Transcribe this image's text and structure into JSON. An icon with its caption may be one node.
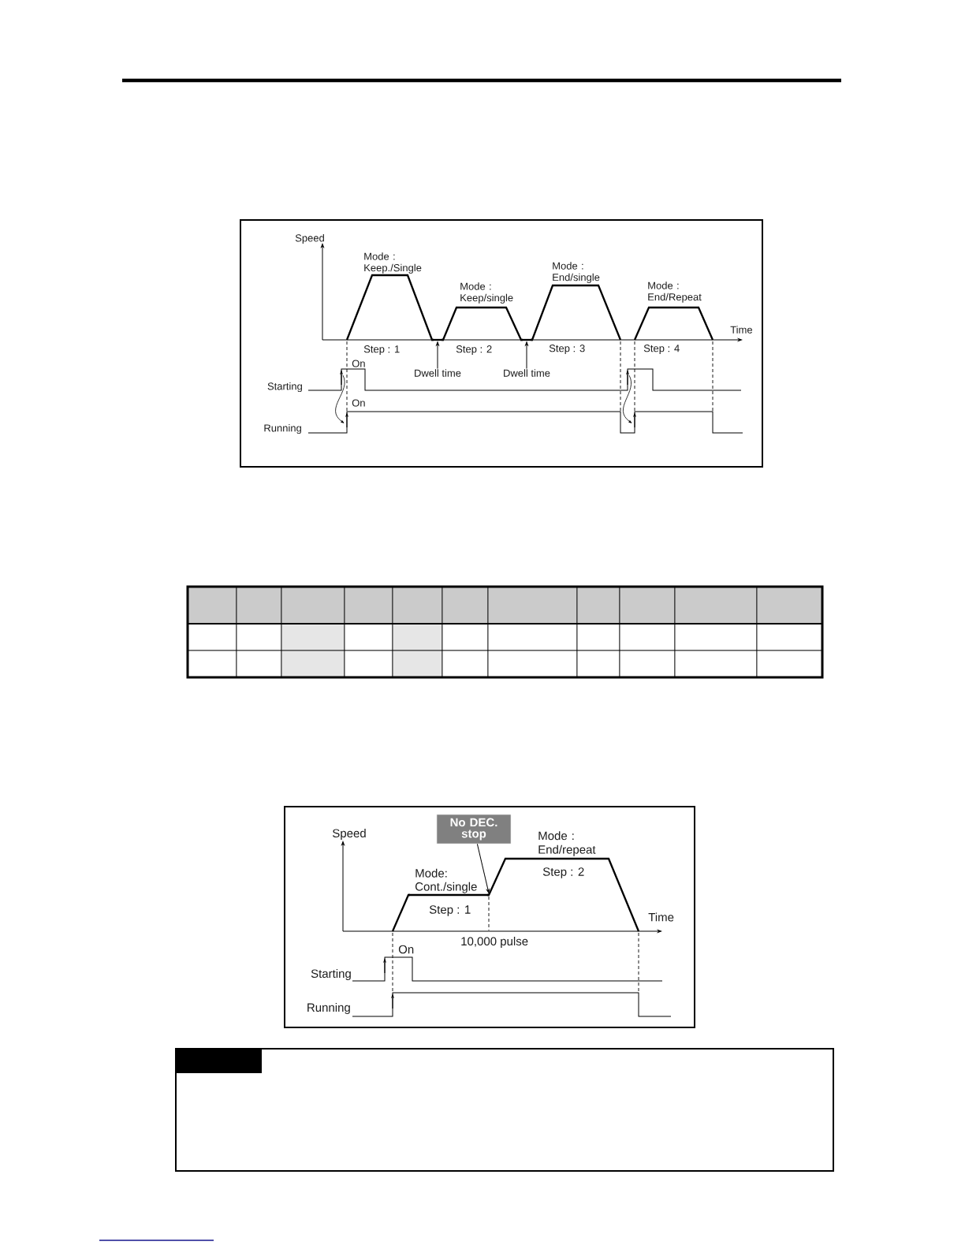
{
  "diagram": {
    "nodes": [
      {
        "text": [],
        "shape": "bar"
      },
      {
        "text": [],
        "shape": "bar"
      },
      {
        "text": [
          "Dwell time"
        ]
      },
      {
        "text": [
          "Dwell time"
        ]
      },
      {
        "text": [
          "No DEC. stop"
        ]
      },
      {
        "text": [],
        "shape": "bar"
      }
    ],
    "edges": [
      {
        "from": 2,
        "to": 0,
        "arrow": "to"
      },
      {
        "from": 3,
        "to": 1,
        "arrow": "to"
      },
      {
        "from": 4,
        "to": 5,
        "arrow": "to"
      }
    ],
    "labels": [
      "Speed",
      "Mode : Keep./Single",
      "Mode : Keep/single",
      "Mode : End/single",
      "Mode : End/Repeat",
      "Time",
      "Step : 1",
      "Step : 2",
      "Step : 3",
      "Step : 4",
      "On",
      "Starting",
      "On",
      "Running",
      "Speed",
      "Mode: Cont./single",
      "Mode : End/repeat",
      "Step : 2",
      "Step : 1",
      "Time",
      "10,000 pulse",
      "On",
      "Starting",
      "Running"
    ]
  }
}
